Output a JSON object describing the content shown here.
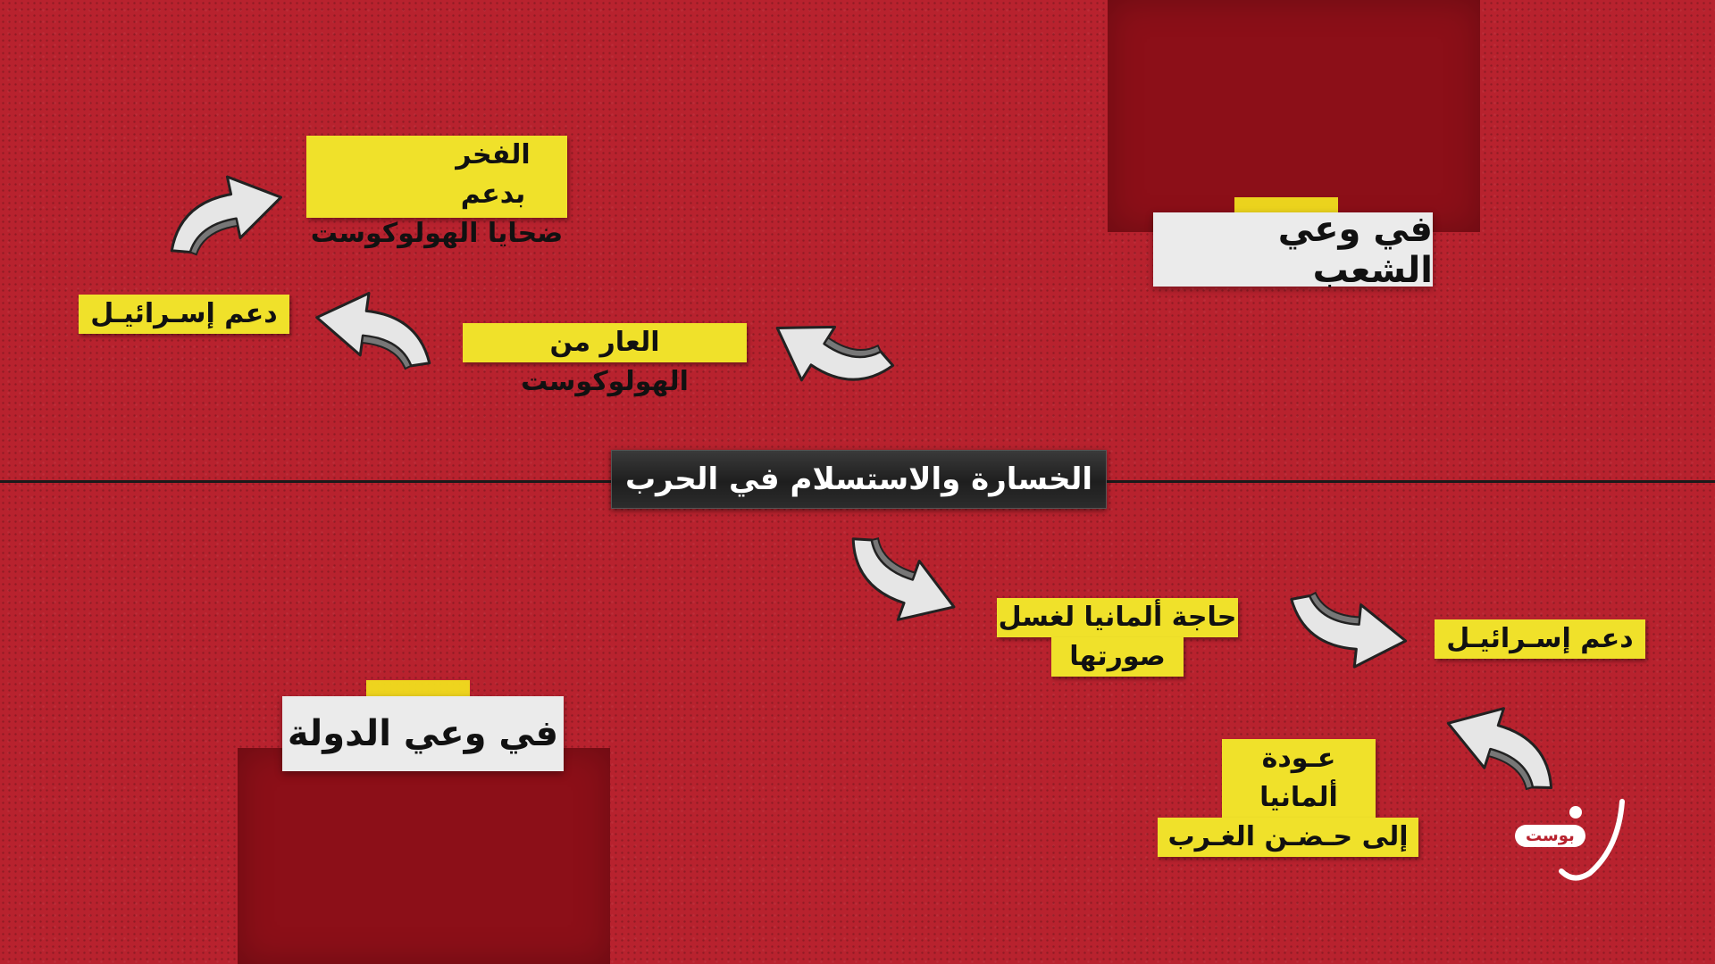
{
  "center_event": "الخسارة والاستسلام في الحرب",
  "headers": {
    "people": "في وعي الشعب",
    "state": "في وعي الدولة"
  },
  "people_chain": {
    "shame": "العار من الهولوكوست",
    "support_israel": "دعم إسـرائيـل",
    "pride_line1": "الفخر بدعم",
    "pride_line2": "ضحايا الهولوكوست"
  },
  "state_chain": {
    "image_line1": "حاجة ألمانيا لغسل",
    "image_line2": "صورتها",
    "support_israel": "دعم إسـرائيـل",
    "return_line1": "عـودة ألمانيا",
    "return_line2": "إلى حـضـن الغـرب"
  },
  "logo": {
    "text": "بوست"
  },
  "colors": {
    "background": "#b8222e",
    "dark_block": "#8c0f18",
    "label_yellow": "#f0e12a",
    "header_box": "#ebebeb",
    "center_label": "#1e1e1e"
  }
}
